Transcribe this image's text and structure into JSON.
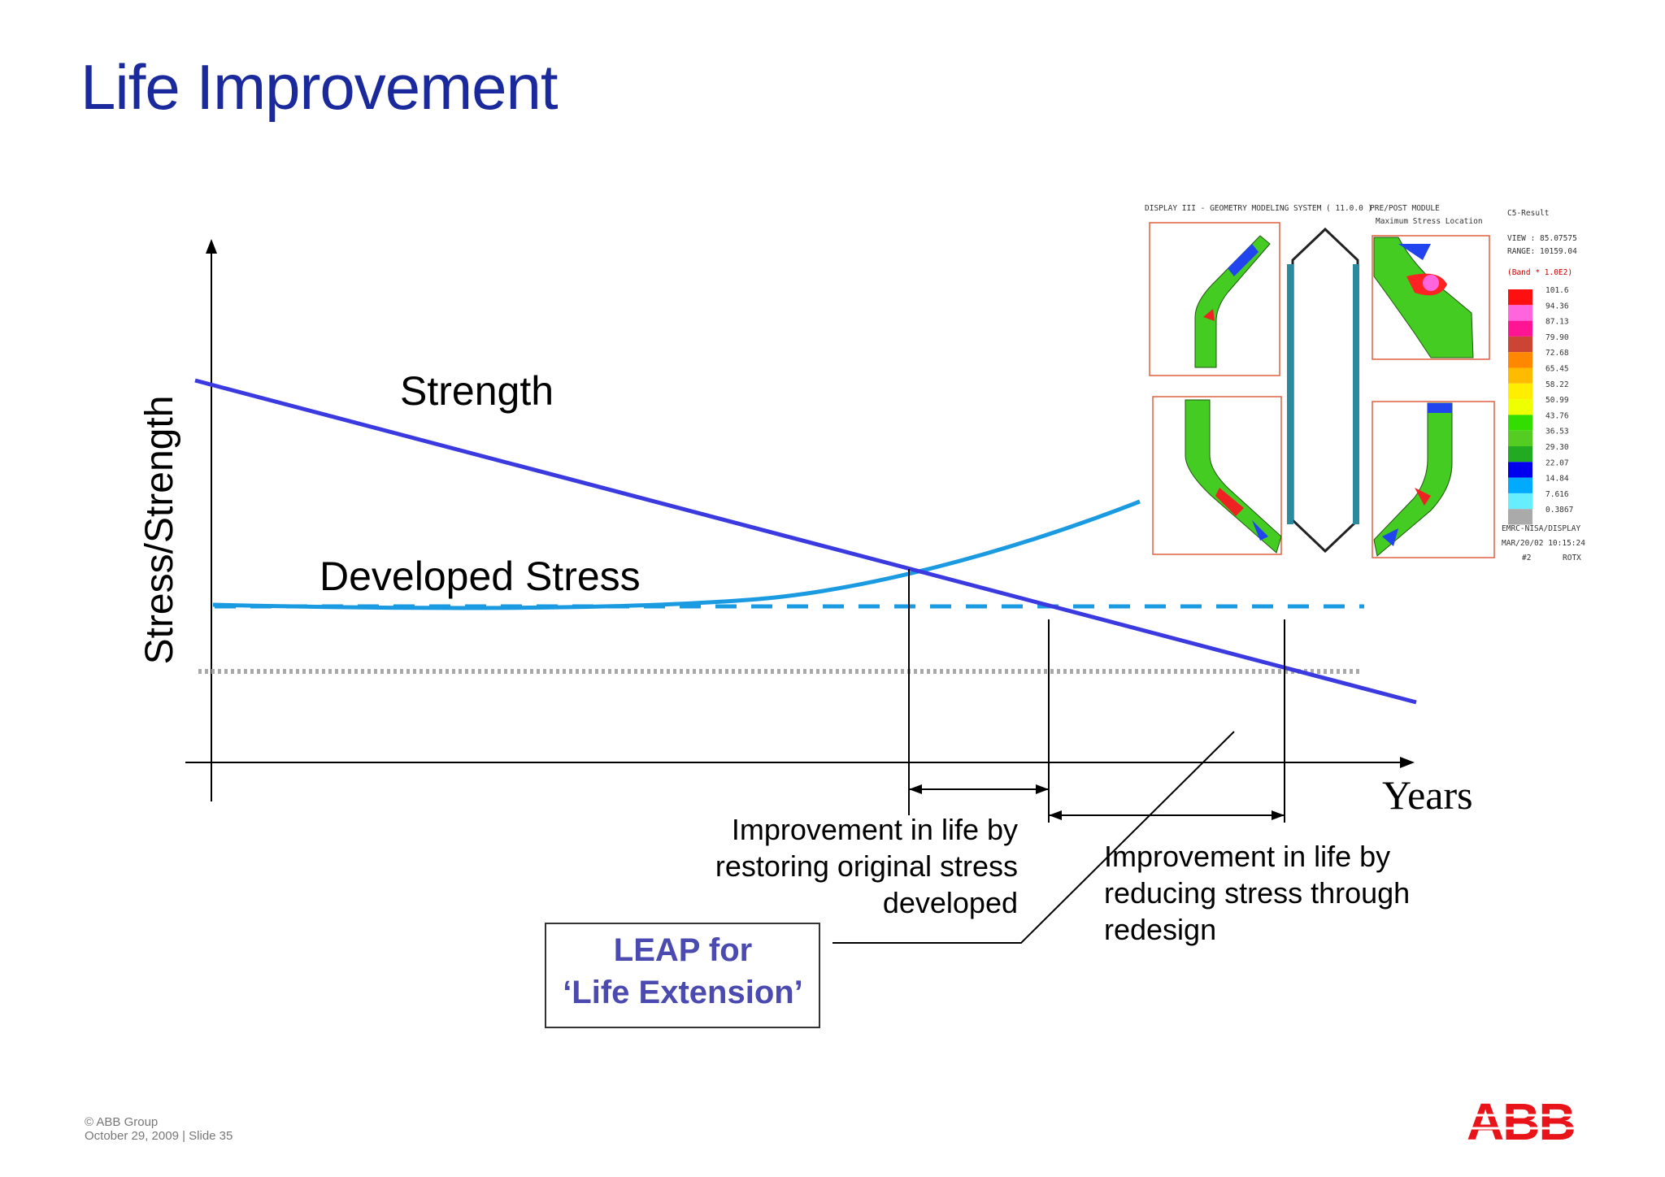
{
  "slide": {
    "title": "Life Improvement",
    "footer_copyright": "© ABB Group",
    "footer_date": "October 29, 2009 | Slide 35",
    "logo_text": "ABB"
  },
  "diagram": {
    "y_axis_label": "Stress/Strength",
    "x_axis_label": "Years",
    "strength_label": "Strength",
    "stress_label": "Developed Stress",
    "annotation_restore": [
      "Improvement in life by",
      "restoring original stress",
      "developed"
    ],
    "annotation_redesign": [
      "Improvement in life by",
      "reducing stress through",
      "redesign"
    ],
    "leap_box": [
      "LEAP for",
      "‘Life Extension’"
    ]
  },
  "fea_panel": {
    "header_left": "DISPLAY III - GEOMETRY MODELING SYSTEM ( 11.0.0 )",
    "header_mid": "PRE/POST MODULE",
    "header_sub": "Maximum Stress Location",
    "result_title": "C5-Result",
    "view": "VIEW : 85.07575",
    "range": "RANGE: 10159.04",
    "band": "(Band * 1.0E2)",
    "legend_values": [
      "101.6",
      "94.36",
      "87.13",
      "79.90",
      "72.68",
      "65.45",
      "58.22",
      "50.99",
      "43.76",
      "36.53",
      "29.30",
      "22.07",
      "14.84",
      "7.616",
      "0.3867"
    ],
    "legend_colors": [
      "#ff1010",
      "#ff66dd",
      "#ff1493",
      "#cc4433",
      "#ff8800",
      "#ffbb00",
      "#ffee00",
      "#eeff00",
      "#33dd00",
      "#55cc22",
      "#22aa22",
      "#0000ee",
      "#00aaff",
      "#66eeff",
      "#aaaaaa"
    ],
    "footer_line1": "EMRC-NISA/DISPLAY",
    "footer_line2": "MAR/20/02 10:15:24",
    "footer_line3": "#2",
    "footer_line4": "ROTX"
  },
  "colors": {
    "title": "#1a2a9c",
    "strength_line": "#3a3ae0",
    "stress_line": "#1a9ae0",
    "dotted_line": "#aaaaaa",
    "leap_text": "#4a4ab0",
    "logo": "#e8141a"
  }
}
